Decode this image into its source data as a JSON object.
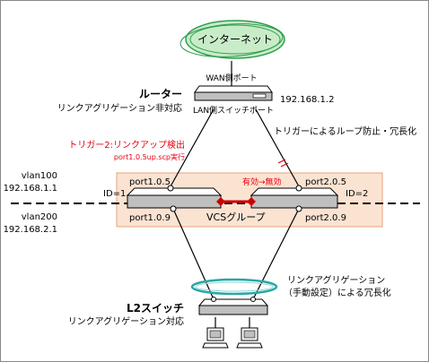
{
  "internet": {
    "label": "インターネット"
  },
  "router": {
    "title": "ルーター",
    "subtitle": "リンクアグリゲーション非対応",
    "wan_port": "WAN側ポート",
    "lan_port": "LAN側スイッチポート",
    "ip": "192.168.1.2"
  },
  "trigger": {
    "title": "トリガー2:リンクアップ検出",
    "script": "port1.0.5up.scp実行"
  },
  "note_right": "トリガーによるループ防止・冗長化",
  "state_change": "有効→無効",
  "vlans": [
    {
      "name": "vlan100",
      "ip": "192.168.1.1"
    },
    {
      "name": "vlan200",
      "ip": "192.168.2.1"
    }
  ],
  "switches": {
    "left": {
      "id": "ID=1",
      "port_top": "port1.0.5",
      "port_bottom": "port1.0.9"
    },
    "right": {
      "id": "ID=2",
      "port_top": "port2.0.5",
      "port_bottom": "port2.0.9"
    }
  },
  "vcs_label": "VCSグループ",
  "lag": {
    "title": "リンクアグリゲーション",
    "subtitle": "（手動設定）による冗長化"
  },
  "l2switch": {
    "title": "L2スイッチ",
    "subtitle": "リンクアグリゲーション対応"
  },
  "colors": {
    "internet_ring": "#2e9e4f",
    "internet_fill": "#c8ecc8",
    "vcs_box_fill": "#fbe3d2",
    "vcs_box_border": "#e8a37a",
    "lag_ring": "#2aa6a6",
    "trigger_text": "#e60012",
    "alert_text": "#e60012",
    "vcs_link": "#cc0000"
  }
}
